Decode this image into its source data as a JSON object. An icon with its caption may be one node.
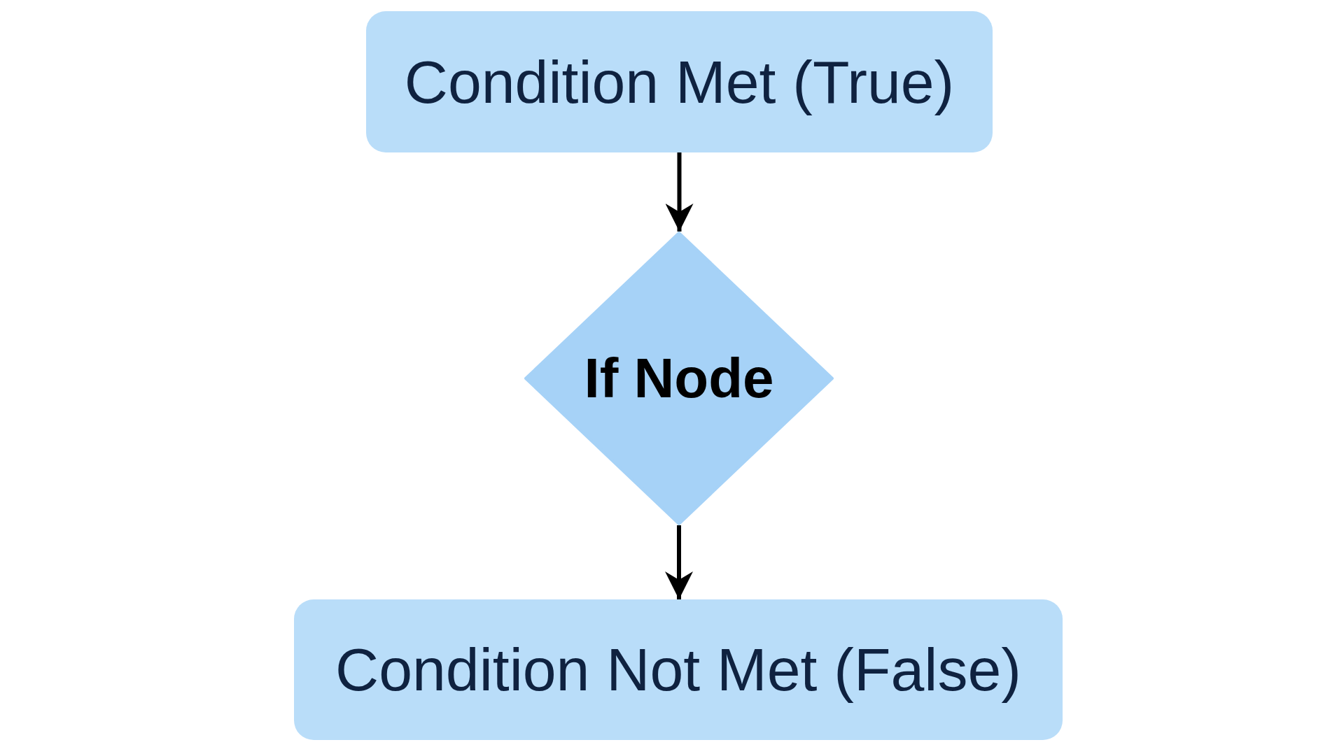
{
  "diagram": {
    "nodes": [
      {
        "text": [
          "Condition Met (True)"
        ]
      },
      {
        "text": [
          "If Node"
        ]
      },
      {
        "text": [
          "Condition Not Met (False)"
        ]
      }
    ],
    "edges": [
      {
        "from": 0,
        "to": 1,
        "arrow": "to"
      },
      {
        "from": 1,
        "to": 2,
        "arrow": "to"
      }
    ]
  }
}
